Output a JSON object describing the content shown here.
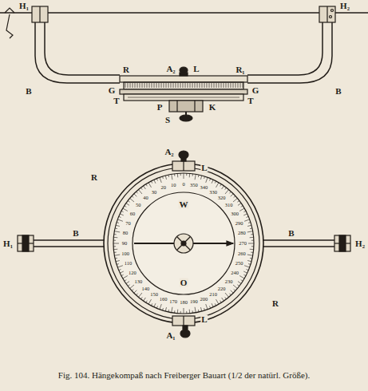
{
  "diagram": {
    "caption": "Fig. 104. Hängekompaß nach Freiberger Bauart (1/2 der natürl. Größe).",
    "labels": [
      "H₁",
      "H₂",
      "B",
      "B",
      "R",
      "R₁",
      "A₂",
      "L",
      "G",
      "G",
      "T",
      "T",
      "P",
      "K",
      "S",
      "A₂",
      "L",
      "W",
      "R",
      "R",
      "H₁",
      "H₂",
      "B",
      "B",
      "O",
      "A₁",
      "L",
      "0",
      "10",
      "20",
      "30",
      "40",
      "50",
      "60",
      "70",
      "80",
      "90",
      "100",
      "110",
      "120",
      "130",
      "140",
      "150",
      "160",
      "170",
      "180",
      "190",
      "200",
      "210",
      "220",
      "230",
      "240",
      "250",
      "260",
      "270",
      "280",
      "290",
      "300",
      "310",
      "320",
      "330",
      "340",
      "350"
    ]
  }
}
